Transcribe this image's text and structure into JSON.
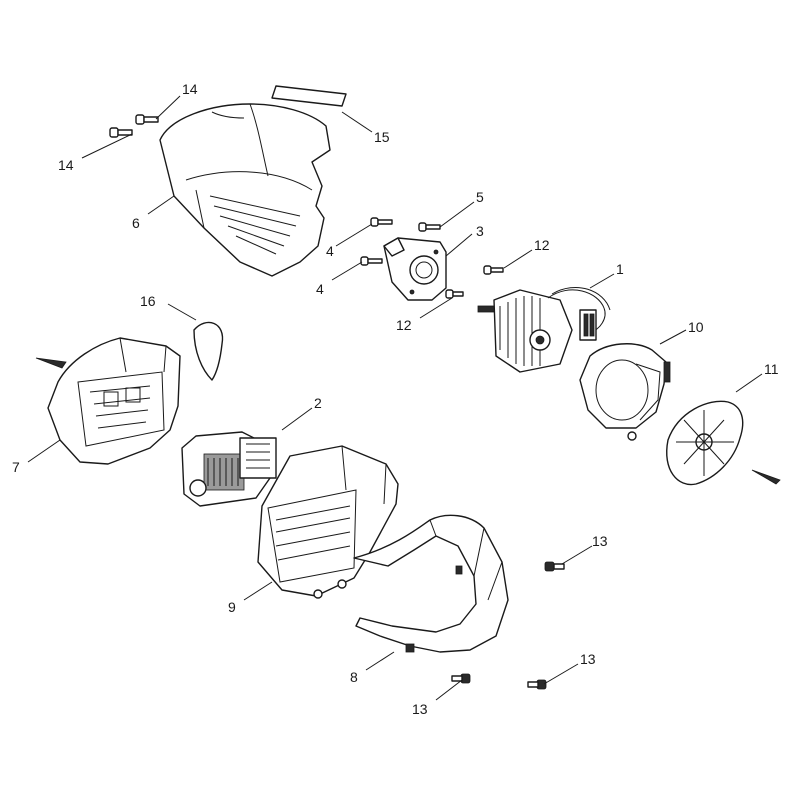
{
  "callouts": {
    "c1": "1",
    "c2": "2",
    "c3": "3",
    "c4a": "4",
    "c4b": "4",
    "c5": "5",
    "c6": "6",
    "c7": "7",
    "c8": "8",
    "c9": "9",
    "c10": "10",
    "c11": "11",
    "c12a": "12",
    "c12b": "12",
    "c13a": "13",
    "c13b": "13",
    "c13c": "13",
    "c14a": "14",
    "c14b": "14",
    "c15": "15",
    "c16": "16"
  },
  "colors": {
    "line": "#1a1a1a",
    "background": "#ffffff"
  }
}
